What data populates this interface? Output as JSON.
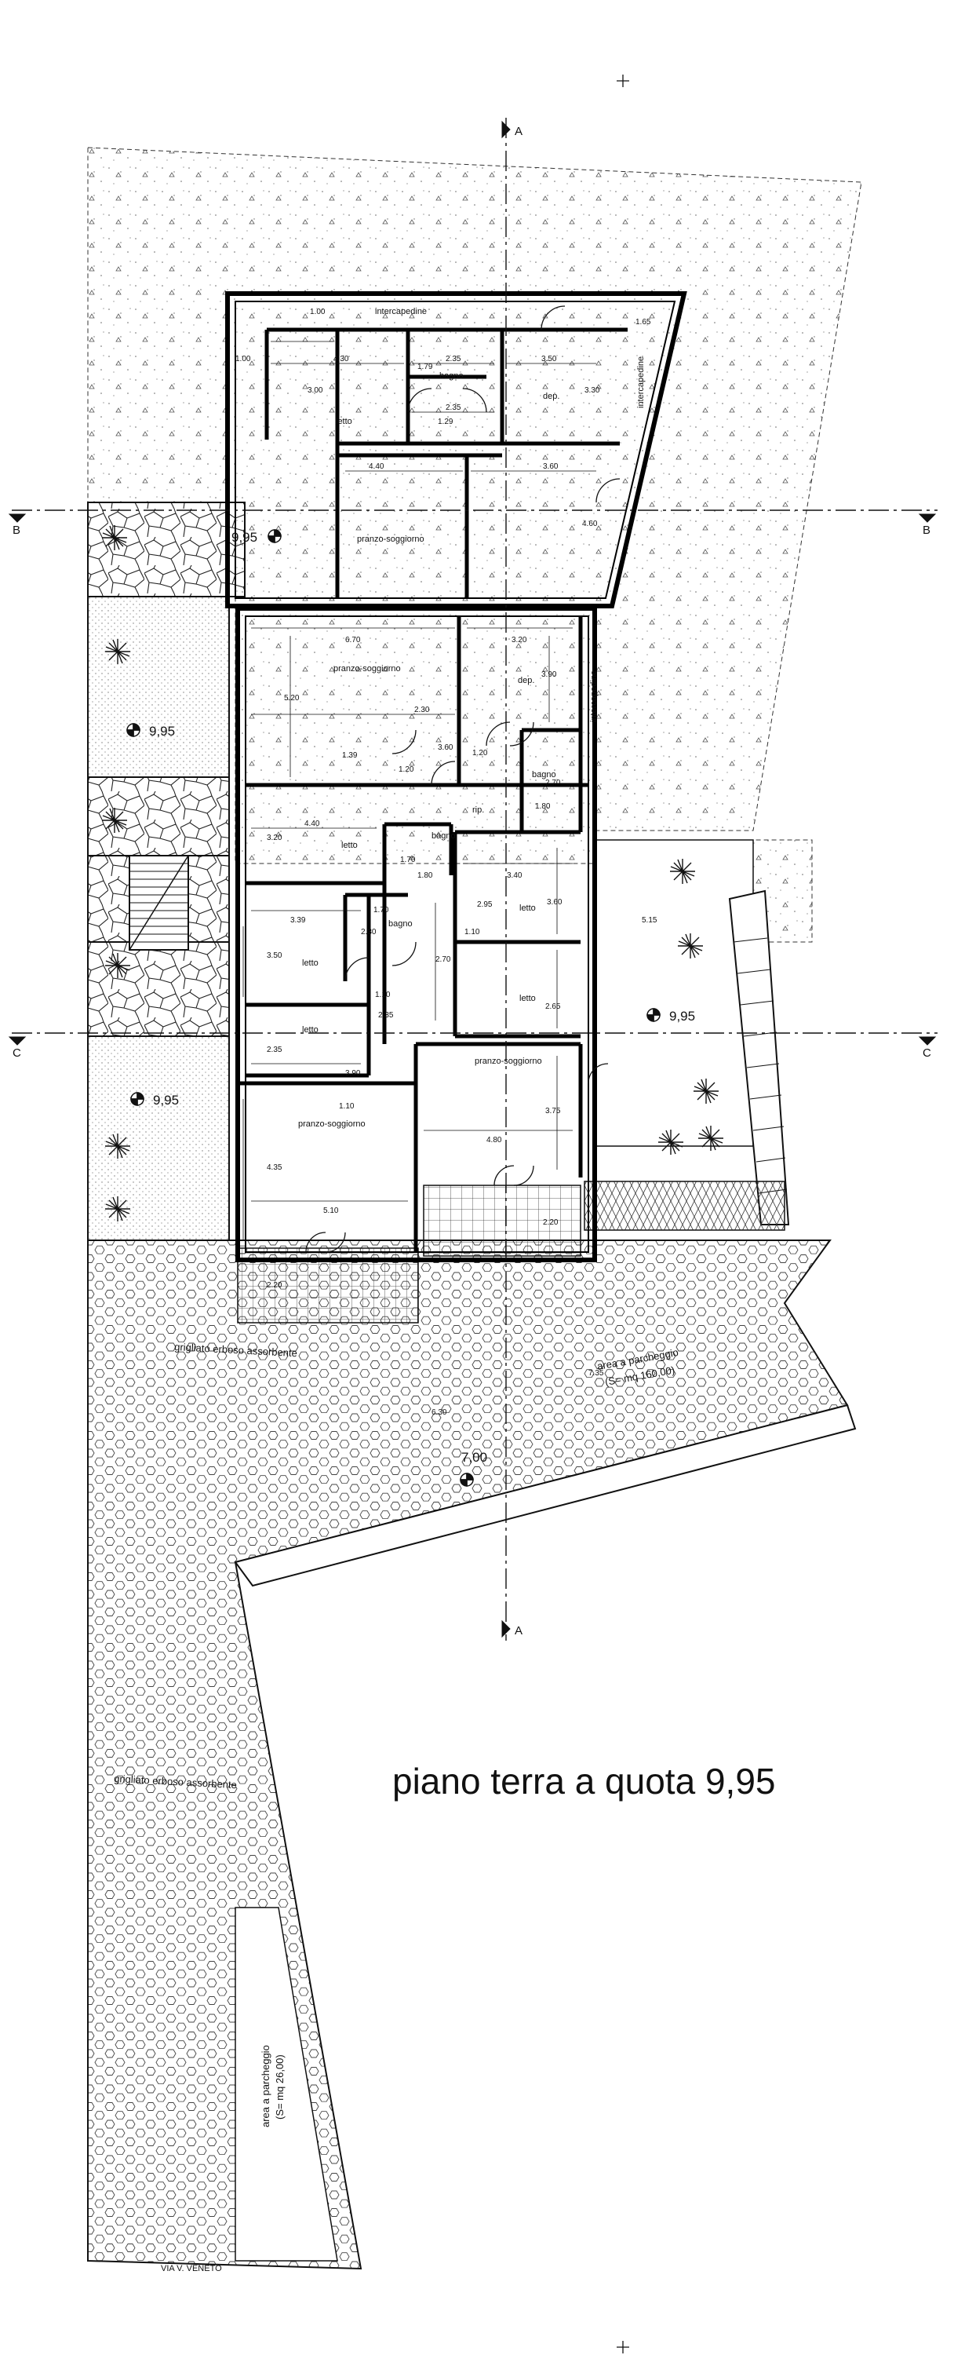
{
  "title": "piano terra a quota 9,95",
  "street": "VIA V. VENETO",
  "section_marks": {
    "a": "A",
    "b": "B",
    "c": "C"
  },
  "levels": {
    "garden": "9,95",
    "parking": "7,00"
  },
  "rooms": {
    "intercapedine": "intercapedine",
    "letto": "letto",
    "bagno": "bagno",
    "dep": "dep.",
    "pranzo_soggiorno": "pranzo-soggiorno",
    "rip": "rip."
  },
  "areas": {
    "grigliato": "grigliato erboso assorbente",
    "parcheggio_1_line1": "area a parcheggio",
    "parcheggio_1_line2": "(S= mq 160,00)",
    "parcheggio_2_line1": "area a parcheggio",
    "parcheggio_2_line2": "(S= mq 26,00)"
  },
  "dimensions": {
    "d100": "1.00",
    "d430": "4.30",
    "d300": "3.00",
    "d235": "2.35",
    "d350": "3.50",
    "d330": "3.30",
    "d165": "1.65",
    "d179": "1.79",
    "d129": "1.29",
    "d440": "4.40",
    "d360": "3.60",
    "d460": "4.60",
    "d670": "6.70",
    "d320": "3.20",
    "d390": "3.90",
    "d520": "5.20",
    "d230": "2.30",
    "d139": "1.39",
    "d120": "1.20",
    "d270": "2.70",
    "d180": "1.80",
    "d170": "1.70",
    "d340": "3.40",
    "d295": "2.95",
    "d110": "1.10",
    "d265": "2.65",
    "d515": "5.15",
    "d339": "3.39",
    "d435": "4.35",
    "d510": "5.10",
    "d480": "4.80",
    "d375": "3.75",
    "d220": "2.20",
    "d735": "7.35",
    "d630": "6.30"
  }
}
